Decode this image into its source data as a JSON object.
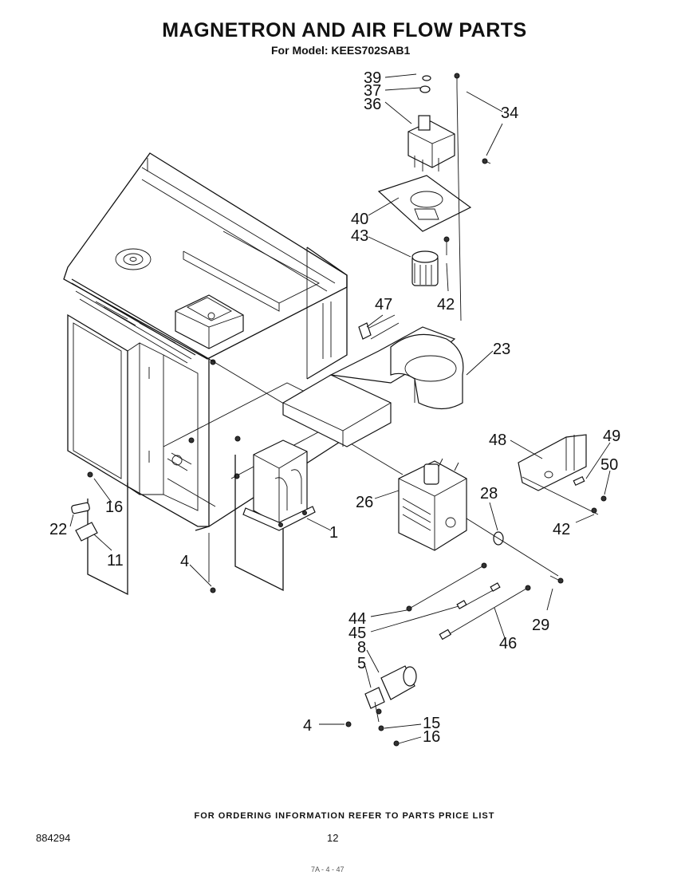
{
  "header": {
    "title": "MAGNETRON AND AIR FLOW PARTS",
    "subtitle": "For Model: KEES702SAB1"
  },
  "callouts": [
    "39",
    "37",
    "36",
    "34",
    "40",
    "43",
    "42",
    "47",
    "23",
    "48",
    "49",
    "50",
    "42",
    "26",
    "28",
    "22",
    "16",
    "11",
    "4",
    "1",
    "29",
    "44",
    "45",
    "46",
    "8",
    "5",
    "4",
    "15",
    "16"
  ],
  "footer": {
    "note": "FOR ORDERING INFORMATION REFER TO PARTS PRICE LIST",
    "doc_id": "884294",
    "page": "12",
    "bottom_mark": "7A - 4 - 47"
  }
}
